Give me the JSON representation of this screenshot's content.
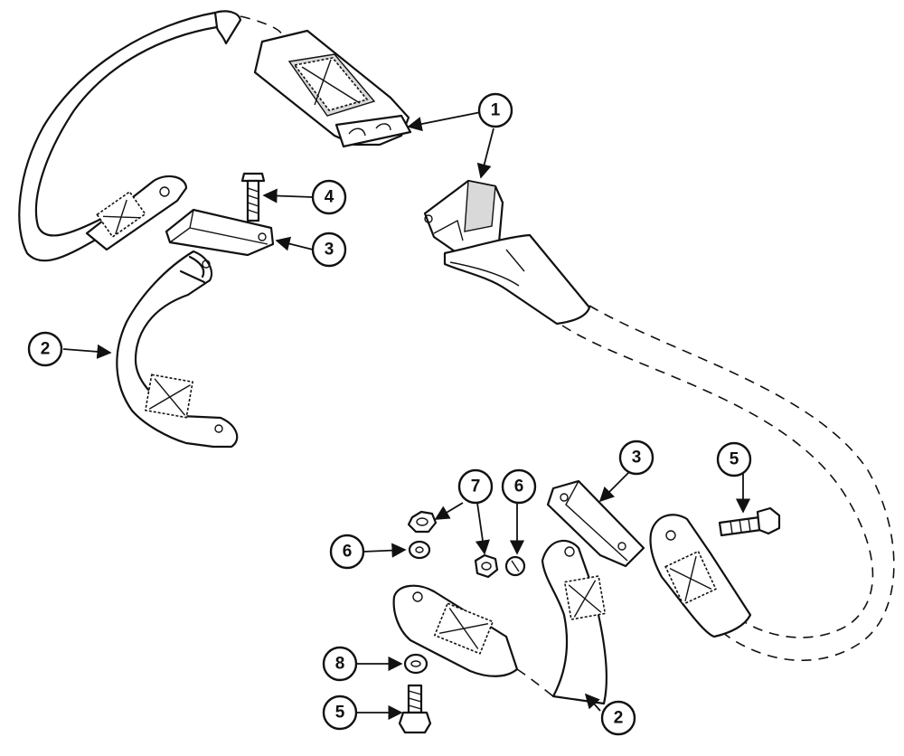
{
  "callouts": [
    {
      "id": "c1",
      "label": "1"
    },
    {
      "id": "c2a",
      "label": "2"
    },
    {
      "id": "c2b",
      "label": "2"
    },
    {
      "id": "c3a",
      "label": "3"
    },
    {
      "id": "c3b",
      "label": "3"
    },
    {
      "id": "c4",
      "label": "4"
    },
    {
      "id": "c5a",
      "label": "5"
    },
    {
      "id": "c5b",
      "label": "5"
    },
    {
      "id": "c6a",
      "label": "6"
    },
    {
      "id": "c6b",
      "label": "6"
    },
    {
      "id": "c7",
      "label": "7"
    },
    {
      "id": "c8",
      "label": "8"
    }
  ]
}
